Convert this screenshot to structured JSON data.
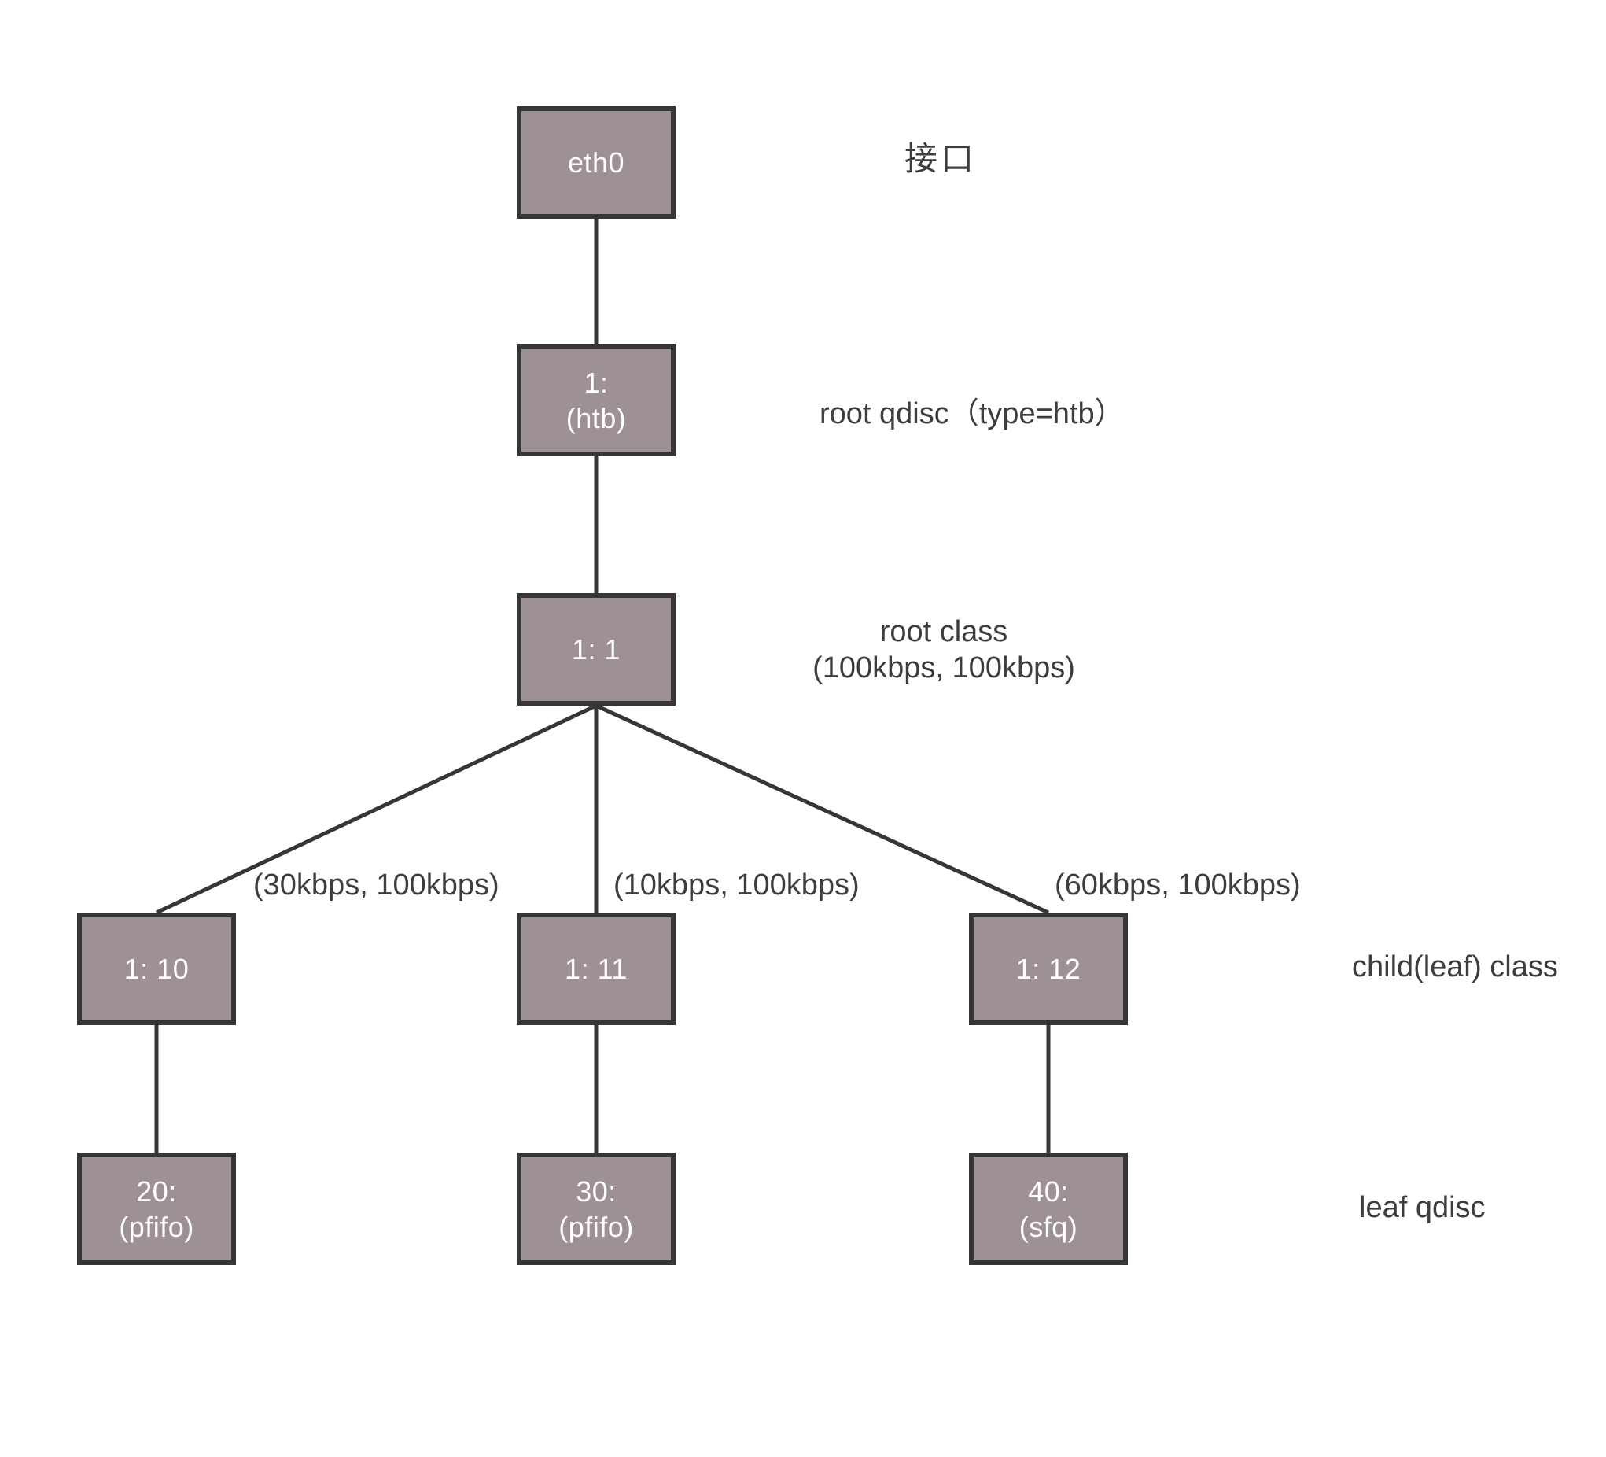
{
  "diagram": {
    "title_hint": "Linux tc HTB qdisc/class hierarchy on eth0",
    "nodes": [
      {
        "key": "eth0",
        "line1": "eth0"
      },
      {
        "key": "root_qdisc",
        "line1": "1:",
        "line2": "(htb)"
      },
      {
        "key": "root_class",
        "line1": "1: 1"
      },
      {
        "key": "class_1_10",
        "line1": "1: 10"
      },
      {
        "key": "class_1_11",
        "line1": "1: 11"
      },
      {
        "key": "class_1_12",
        "line1": "1: 12"
      },
      {
        "key": "leaf_20",
        "line1": "20:",
        "line2": "(pfifo)"
      },
      {
        "key": "leaf_30",
        "line1": "30:",
        "line2": "(pfifo)"
      },
      {
        "key": "leaf_40",
        "line1": "40:",
        "line2": "(sfq)"
      }
    ],
    "side_labels": {
      "interface": "接口",
      "root_qdisc": "root qdisc（type=htb）",
      "root_class_line1": "root class",
      "root_class_line2": "(100kbps, 100kbps)",
      "child_class": "child(leaf) class",
      "leaf_qdisc": "leaf qdisc"
    },
    "edge_labels": [
      "(30kbps, 100kbps)",
      "(10kbps, 100kbps)",
      "(60kbps, 100kbps)"
    ],
    "colors": {
      "box_fill": "#9e9196",
      "box_border": "#363636",
      "connector": "#363636",
      "box_text": "#ffffff",
      "label_text": "#3d3d3d",
      "background": "#ffffff"
    }
  }
}
